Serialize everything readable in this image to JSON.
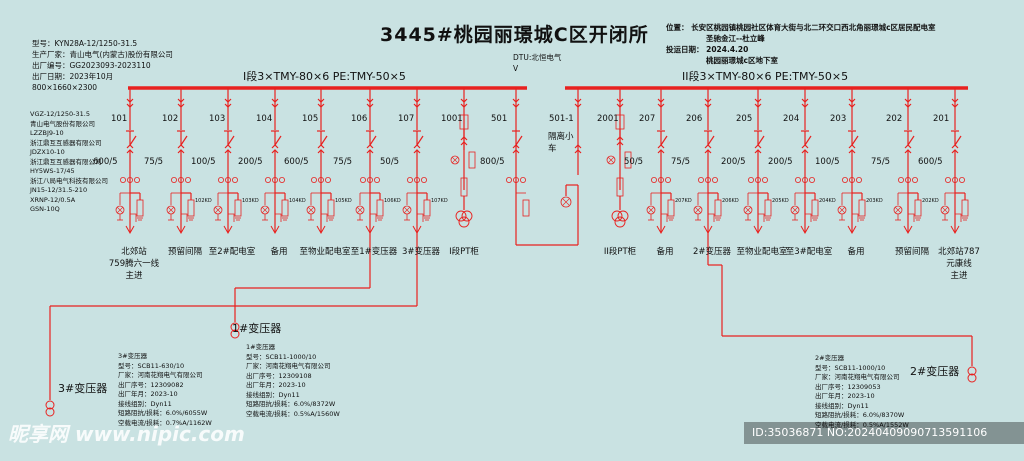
{
  "title": "3445#桃园丽璟城C区开闭所",
  "location": {
    "address": "位置： 长安区桃园镇桃园社区体育大街与北二环交口西北角丽璟城c区居民配电室",
    "contact": "圣驰金江--杜立峰",
    "date": "投运日期： 2024.4.20",
    "room": "桃园丽璟城c区地下室"
  },
  "cabinet_spec": [
    "型号：KYN28A-12/1250-31.5",
    "生产厂家：青山电气(内蒙古)股份有限公司",
    "出厂编号：GG2023093-2023110",
    "出厂日期：2023年10月",
    "800×1660×2300"
  ],
  "component_spec": [
    "VGZ-12/1250-31.5",
    "青山电气股份有限公司",
    "LZZBJ9-10",
    "浙江鼎互互感器有限公司",
    "JDZX10-10",
    "浙江鼎互互感器有限公司",
    "HY5WS-17/45",
    "浙江八局电气科技有限公司",
    "JN15-12/31.5-210",
    "XRNP-12/0.5A",
    "GSN-10Q"
  ],
  "dtu": [
    "DTU:北恒电气",
    "V"
  ],
  "bus_left": "I段3×TMY-80×6 PE:TMY-50×5",
  "bus_right": "II段3×TMY-80×6 PE:TMY-50×5",
  "left_cabinets": [
    {
      "num": "101",
      "ct": "600/5",
      "name": "北郊站\n759腾六一线\n主进",
      "pn": ""
    },
    {
      "num": "102",
      "ct": "75/5",
      "name": "预留间隔",
      "pn": "102KD"
    },
    {
      "num": "103",
      "ct": "100/5",
      "name": "至2#配电室",
      "pn": "103KD"
    },
    {
      "num": "104",
      "ct": "200/5",
      "name": "备用",
      "pn": "104KD"
    },
    {
      "num": "105",
      "ct": "600/5",
      "name": "至物业配电室",
      "pn": "105KD"
    },
    {
      "num": "106",
      "ct": "75/5",
      "name": "至1#变压器",
      "pn": "106KD"
    },
    {
      "num": "107",
      "ct": "50/5",
      "name": "3#变压器",
      "pn": "107KD"
    },
    {
      "num": "1001",
      "ct": "",
      "name": "I段PT柜",
      "pn": ""
    },
    {
      "num": "501",
      "ct": "800/5",
      "name": "",
      "pn": ""
    }
  ],
  "tie": {
    "num": "501-1",
    "label": "隔离小\n车"
  },
  "right_cabinets": [
    {
      "num": "2001",
      "ct": "",
      "name": "II段PT柜",
      "pn": ""
    },
    {
      "num": "207",
      "ct": "50/5",
      "name": "备用",
      "pn": "207KD"
    },
    {
      "num": "206",
      "ct": "75/5",
      "name": "2#变压器",
      "pn": "206KD"
    },
    {
      "num": "205",
      "ct": "200/5",
      "name": "至物业配电室",
      "pn": "205KD"
    },
    {
      "num": "204",
      "ct": "200/5",
      "name": "至3#配电室",
      "pn": "204KD"
    },
    {
      "num": "203",
      "ct": "100/5",
      "name": "备用",
      "pn": "203KD"
    },
    {
      "num": "202",
      "ct": "75/5",
      "name": "预留间隔",
      "pn": "202KD"
    },
    {
      "num": "201",
      "ct": "600/5",
      "name": "北郊站787\n元康线\n主进",
      "pn": ""
    }
  ],
  "transformers": {
    "t1": {
      "label": "1#变压器",
      "spec": [
        "1#变压器",
        "型号：SCB11-1000/10",
        "厂家：河南花翔电气有限公司",
        "出厂序号：12309108",
        "出厂年月：2023-10",
        "接线组别：Dyn11",
        "短路阻抗/损耗：6.0%/8372W",
        "空载电流/损耗：0.5%A/1560W"
      ]
    },
    "t2": {
      "label": "2#变压器",
      "spec": [
        "2#变压器",
        "型号：SCB11-1000/10",
        "厂家：河南花翔电气有限公司",
        "出厂序号：12309053",
        "出厂年月：2023-10",
        "接线组别：Dyn11",
        "短路阻抗/损耗：6.0%/8370W",
        "空载电流/损耗：0.5%A/1552W"
      ]
    },
    "t3": {
      "label": "3#变压器",
      "spec": [
        "3#变压器",
        "型号：SCB11-630/10",
        "厂家：河南花翔电气有限公司",
        "出厂序号：12309082",
        "出厂年月：2023-10",
        "接线组别：Dyn11",
        "短路阻抗/损耗：6.0%/6055W",
        "空载电流/损耗：0.7%A/1162W"
      ]
    }
  },
  "watermark": "昵享网 www.nipic.com",
  "image_id": "ID:35036871 NO:20240409090713591106",
  "colors": {
    "line": "#e8211f",
    "bg": "#c9e2e2"
  }
}
